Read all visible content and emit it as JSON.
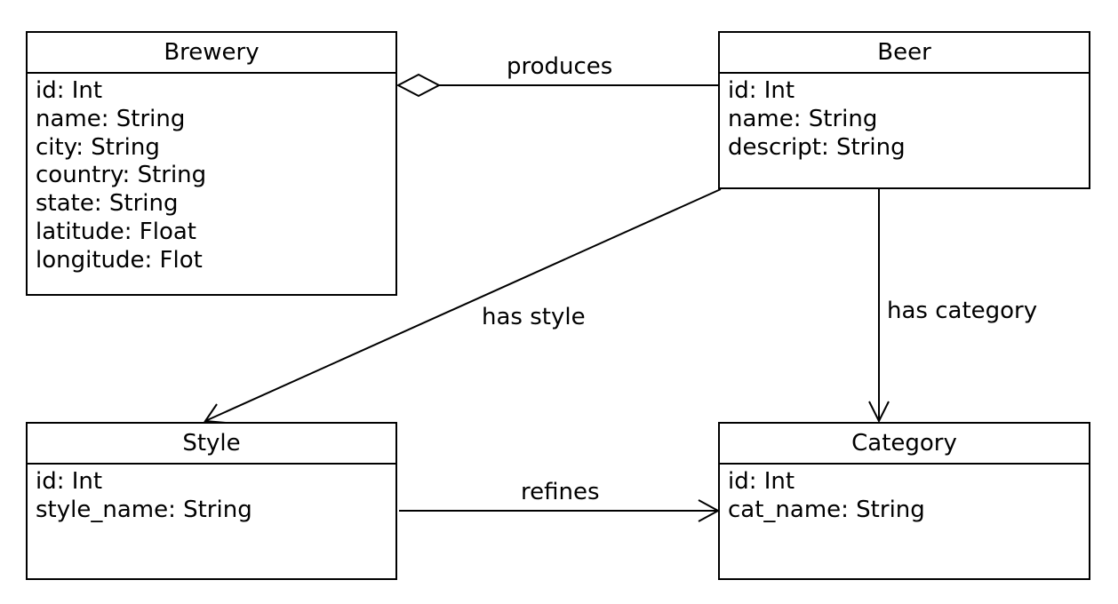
{
  "classes": {
    "brewery": {
      "name": "Brewery",
      "attributes": [
        "id: Int",
        "name: String",
        "city: String",
        "country: String",
        "state: String",
        "latitude: Float",
        "longitude: Flot"
      ]
    },
    "beer": {
      "name": "Beer",
      "attributes": [
        "id: Int",
        "name: String",
        "descript: String"
      ]
    },
    "style": {
      "name": "Style",
      "attributes": [
        "id: Int",
        "style_name: String"
      ]
    },
    "category": {
      "name": "Category",
      "attributes": [
        "id: Int",
        "cat_name: String"
      ]
    }
  },
  "relations": {
    "produces": "produces",
    "has_style": "has style",
    "has_category": "has category",
    "refines": "refines"
  }
}
